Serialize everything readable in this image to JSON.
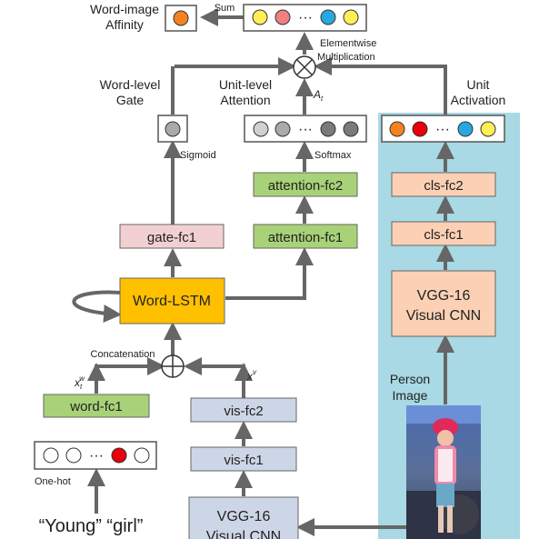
{
  "labels": {
    "word_image_affinity_1": "Word-image",
    "word_image_affinity_2": "Affinity",
    "sum": "Sum",
    "elementwise_1": "Elementwise",
    "elementwise_2": "Multiplication",
    "word_level_gate_1": "Word-level",
    "word_level_gate_2": "Gate",
    "unit_level_attention_1": "Unit-level",
    "unit_level_attention_2": "Attention",
    "unit_activation_1": "Unit",
    "unit_activation_2": "Activation",
    "a_t": "A",
    "a_t_sub": "t",
    "sigmoid": "Sigmoid",
    "softmax": "Softmax",
    "concatenation": "Concatenation",
    "x_w": "x",
    "x_w_sub": "t",
    "x_w_sup": "w",
    "x_v": "x",
    "x_v_sup": "v",
    "one_hot": "One-hot",
    "person_image_1": "Person",
    "person_image_2": "Image",
    "input_words": "“Young”  “girl”",
    "ellipsis": "···"
  },
  "boxes": {
    "gate_fc1": "gate-fc1",
    "attention_fc2": "attention-fc2",
    "attention_fc1": "attention-fc1",
    "cls_fc2": "cls-fc2",
    "cls_fc1": "cls-fc1",
    "vgg_right_1": "VGG-16",
    "vgg_right_2": "Visual CNN",
    "word_lstm": "Word-LSTM",
    "word_fc1": "word-fc1",
    "vis_fc2": "vis-fc2",
    "vis_fc1": "vis-fc1",
    "vgg_bottom_1": "VGG-16",
    "vgg_bottom_2": "Visual CNN"
  },
  "colors": {
    "pink_box": "#f2d0d2",
    "green_box": "#a8d277",
    "salmon_box": "#fbd0b4",
    "blue_box": "#cdd6e6",
    "lstm_box": "#ffc000",
    "panel": "#a8d9e4",
    "arrow": "#666666",
    "orange_unit": "#f58220",
    "pink_unit": "#f08080",
    "yellow_unit": "#ffee55",
    "sky_unit": "#29a8e0",
    "red_unit": "#e8000b",
    "gray_dark": "#7a7a7a",
    "gray_mid": "#aaaaaa",
    "gray_light": "#d0d0d0"
  }
}
